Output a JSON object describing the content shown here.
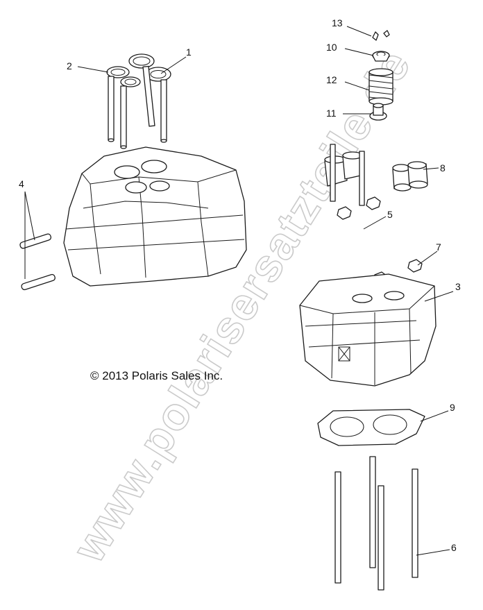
{
  "watermark": "www.polarisersatzteile.de",
  "copyright": "© 2013 Polaris Sales Inc.",
  "callouts": [
    {
      "id": "1",
      "label": "1"
    },
    {
      "id": "2",
      "label": "2"
    },
    {
      "id": "3",
      "label": "3"
    },
    {
      "id": "4",
      "label": "4"
    },
    {
      "id": "5",
      "label": "5"
    },
    {
      "id": "6",
      "label": "6"
    },
    {
      "id": "7",
      "label": "7"
    },
    {
      "id": "8",
      "label": "8"
    },
    {
      "id": "9",
      "label": "9"
    },
    {
      "id": "10",
      "label": "10"
    },
    {
      "id": "11",
      "label": "11"
    },
    {
      "id": "12",
      "label": "12"
    },
    {
      "id": "13",
      "label": "13"
    }
  ]
}
